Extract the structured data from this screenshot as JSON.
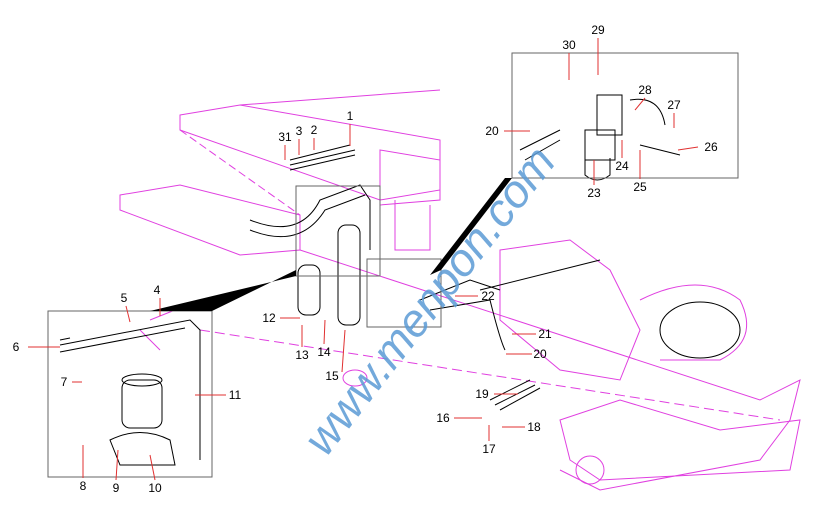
{
  "diagram": {
    "watermark": "www.menpon.com",
    "colors": {
      "frame": "#e040e0",
      "parts": "#000000",
      "leader": "#e03030",
      "watermark": "#5b9bd5"
    },
    "callouts": [
      "1",
      "2",
      "3",
      "31",
      "4",
      "5",
      "6",
      "7",
      "8",
      "9",
      "10",
      "11",
      "12",
      "13",
      "14",
      "15",
      "16",
      "17",
      "18",
      "19",
      "20",
      "21",
      "22",
      "20",
      "23",
      "24",
      "25",
      "26",
      "27",
      "28",
      "29",
      "30"
    ]
  }
}
